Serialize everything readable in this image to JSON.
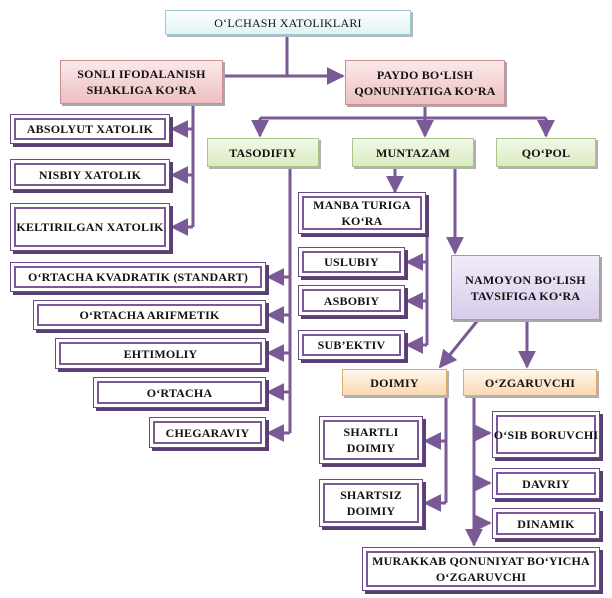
{
  "title": "O‘LCHASH XATOLIKLARI",
  "sonli": "SONLI  IFODALANISH SHAKLIGA KO‘RA",
  "paydo": "PAYDO  BO‘LISH QONUNIYATIGA KO‘RA",
  "absolyut": "ABSOLYUT XATOLIK",
  "nisbiy": "NISBIY XATOLIK",
  "keltirilgan": "KELTIRILGAN XATOLIK",
  "tasodifiy": "TASODIFIY",
  "muntazam": "MUNTAZAM",
  "qopol": "QO‘POL",
  "manba": "MANBA TURIGA KO‘RA",
  "uslubiy": "USLUBIY",
  "asbobiy": "ASBOBIY",
  "subektiv": "SUB’EKTIV",
  "namoyon": "NAMOYON BO‘LISH TAVSIFIGA KO‘RA",
  "kvadratik": "O‘RTACHA KVADRATIK (STANDART)",
  "arifmetik": "O‘RTACHA ARIFMETIK",
  "ehtimoliy": "EHTIMOLIY",
  "ortacha": "O‘RTACHA",
  "chegaraviy": "CHEGARAVIY",
  "doimiy": "DOIMIY",
  "ozgaruvchi": "O‘ZGARUVCHI",
  "shartli": "SHARTLI DOIMIY",
  "shartsiz": "SHARTSIZ DOIMIY",
  "osib": "O‘SIB BORUVCHI",
  "davriy": "DAVRIY",
  "dinamik": "DINAMIK",
  "murakkab": "MURAKKAB QONUNIYAT BO‘YICHA O‘ZGARUVCHI",
  "colors": {
    "connector": "#7a5a96",
    "frame": "#6a4a86"
  }
}
